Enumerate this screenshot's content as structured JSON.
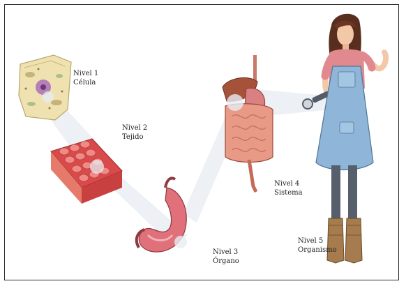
{
  "levels": [
    {
      "nivel": "Nivel 1",
      "name": "Célula"
    },
    {
      "nivel": "Nivel 2",
      "name": "Tejido"
    },
    {
      "nivel": "Nivel 3",
      "name": "Órgano"
    },
    {
      "nivel": "Nivel 4",
      "name": "Sistema"
    },
    {
      "nivel": "Nivel 5",
      "name": "Organismo"
    }
  ],
  "colors": {
    "cell_fill": "#efe2b0",
    "tissue_red": "#d94a4a",
    "stomach_pink": "#e0707a",
    "intestine_pink": "#e89a86",
    "liver_brown": "#a4523a",
    "apron_blue": "#8fb6d8",
    "magnifier_glow": "#d4dde6"
  }
}
